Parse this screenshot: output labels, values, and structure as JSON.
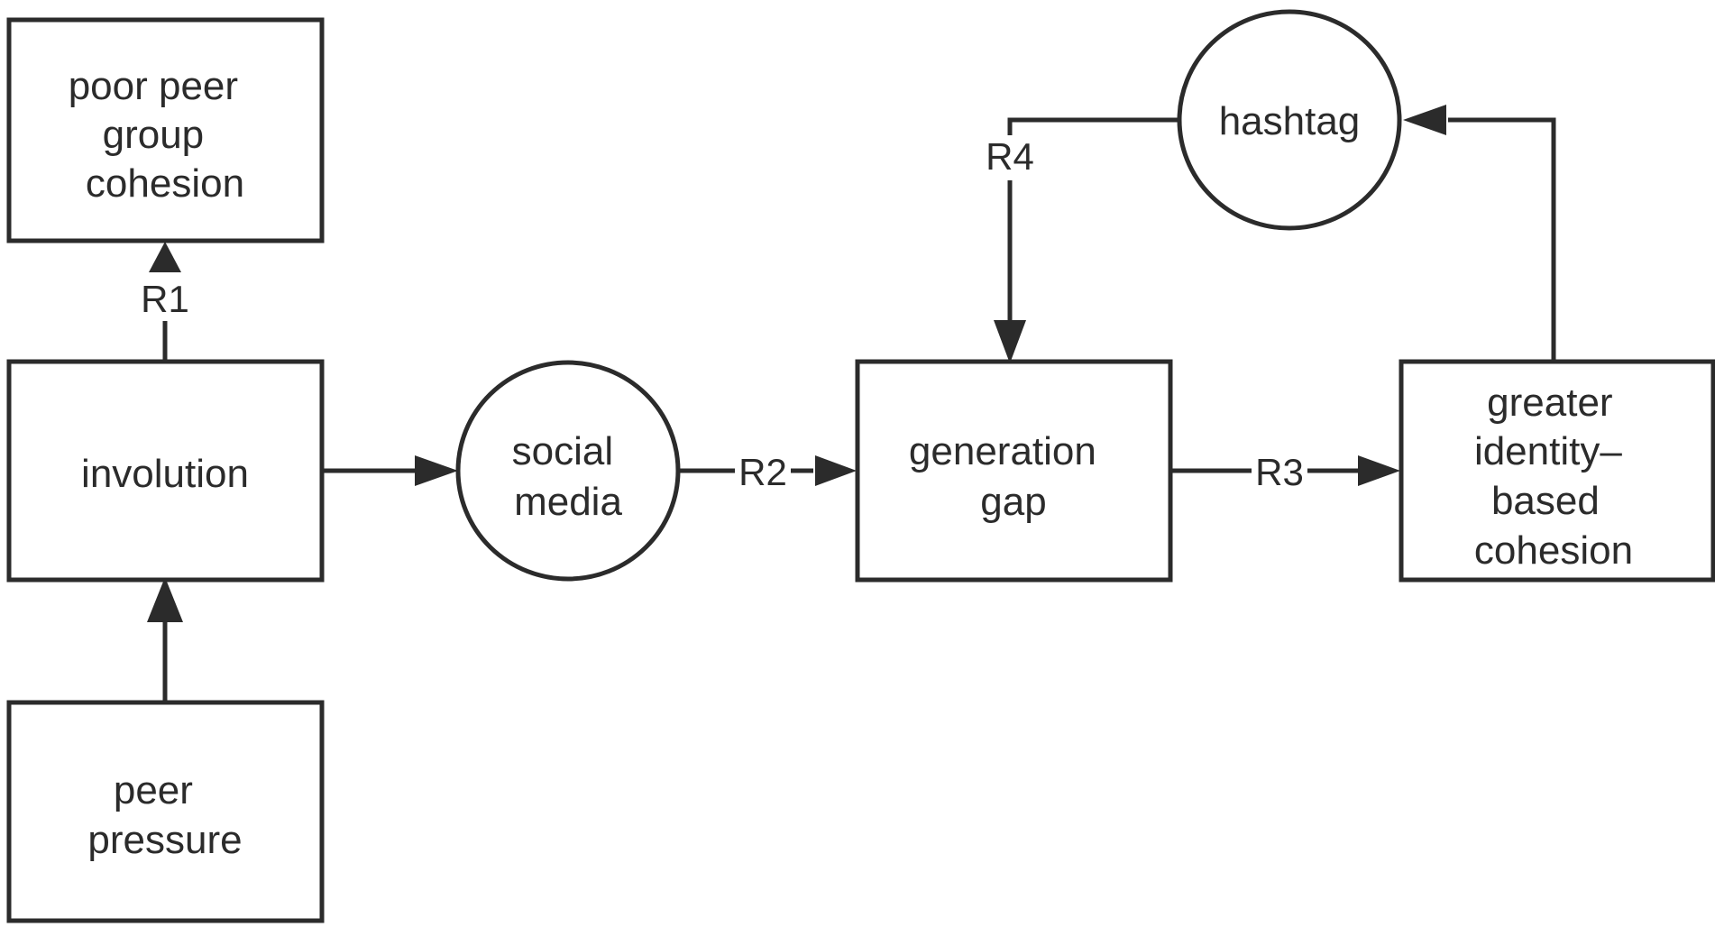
{
  "nodes": {
    "poor_peer_group_cohesion": {
      "shape": "rectangle",
      "lines": [
        "poor peer",
        "group",
        "cohesion"
      ]
    },
    "involution": {
      "shape": "rectangle",
      "lines": [
        "involution"
      ]
    },
    "peer_pressure": {
      "shape": "rectangle",
      "lines": [
        "peer",
        "pressure"
      ]
    },
    "social_media": {
      "shape": "circle",
      "lines": [
        "social",
        "media"
      ]
    },
    "generation_gap": {
      "shape": "rectangle",
      "lines": [
        "generation",
        "gap"
      ]
    },
    "greater_identity_based_cohesion": {
      "shape": "rectangle",
      "lines": [
        "greater",
        "identity–",
        "based",
        "cohesion"
      ]
    },
    "hashtag": {
      "shape": "circle",
      "lines": [
        "hashtag"
      ]
    }
  },
  "edges": [
    {
      "from": "peer_pressure",
      "to": "involution",
      "label": ""
    },
    {
      "from": "involution",
      "to": "poor_peer_group_cohesion",
      "label": "R1"
    },
    {
      "from": "involution",
      "to": "social_media",
      "label": ""
    },
    {
      "from": "social_media",
      "to": "generation_gap",
      "label": "R2"
    },
    {
      "from": "generation_gap",
      "to": "greater_identity_based_cohesion",
      "label": "R3"
    },
    {
      "from": "greater_identity_based_cohesion",
      "to": "hashtag",
      "label": ""
    },
    {
      "from": "hashtag",
      "to": "generation_gap",
      "label": "R4"
    }
  ]
}
